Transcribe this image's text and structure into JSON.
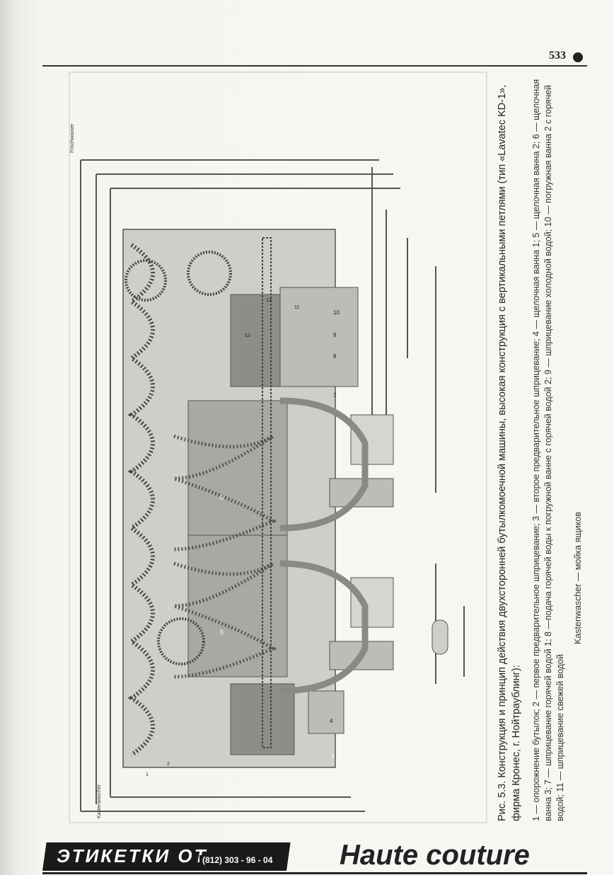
{
  "page": {
    "number": "533"
  },
  "figure": {
    "title": "Рис. 5.3. Конструкция и принцип действия двухсторонней бутылкомоечной машины, высокая конструкция с вертикальными петлями (тип «Lavatec KD-1», фирма Кронес, г. Нойтраублинг):",
    "legend": "1 — опорожнение бутылок; 2 — первое предварительное шприцевание; 3 — второе предварительное шприцевание; 4 — щелочная ванна 1; 5 — щелочная ванна 2; 6 — щелочная ванна 3; 7 — шприцевание горячей водой 1; 8 —подача горячей воды к погружной ванне с горячей водой 2; 9 — шприцевание холодной водой; 10 — погружная ванна 2 с горячей водой; 11 — шприцевание свежей водой",
    "note": "Kastenwascher — мойка ящиков",
    "diagram_labels": {
      "left": "Kastenwascher",
      "right": "Frischwasser",
      "numbers": [
        "1",
        "2",
        "3",
        "4",
        "5",
        "6",
        "7",
        "8",
        "9",
        "10",
        "11",
        "12",
        "13"
      ]
    }
  },
  "banner": {
    "left_text": "ЭТИКЕТКИ ОТ",
    "phone": "(812) 303 - 96 - 04",
    "right_text": "Haute couture"
  },
  "colors": {
    "diagram_fill": "#b9b8b4",
    "diagram_dark": "#6e6d6a",
    "pipe": "#555555",
    "banner_bg": "#1a1a1a"
  }
}
